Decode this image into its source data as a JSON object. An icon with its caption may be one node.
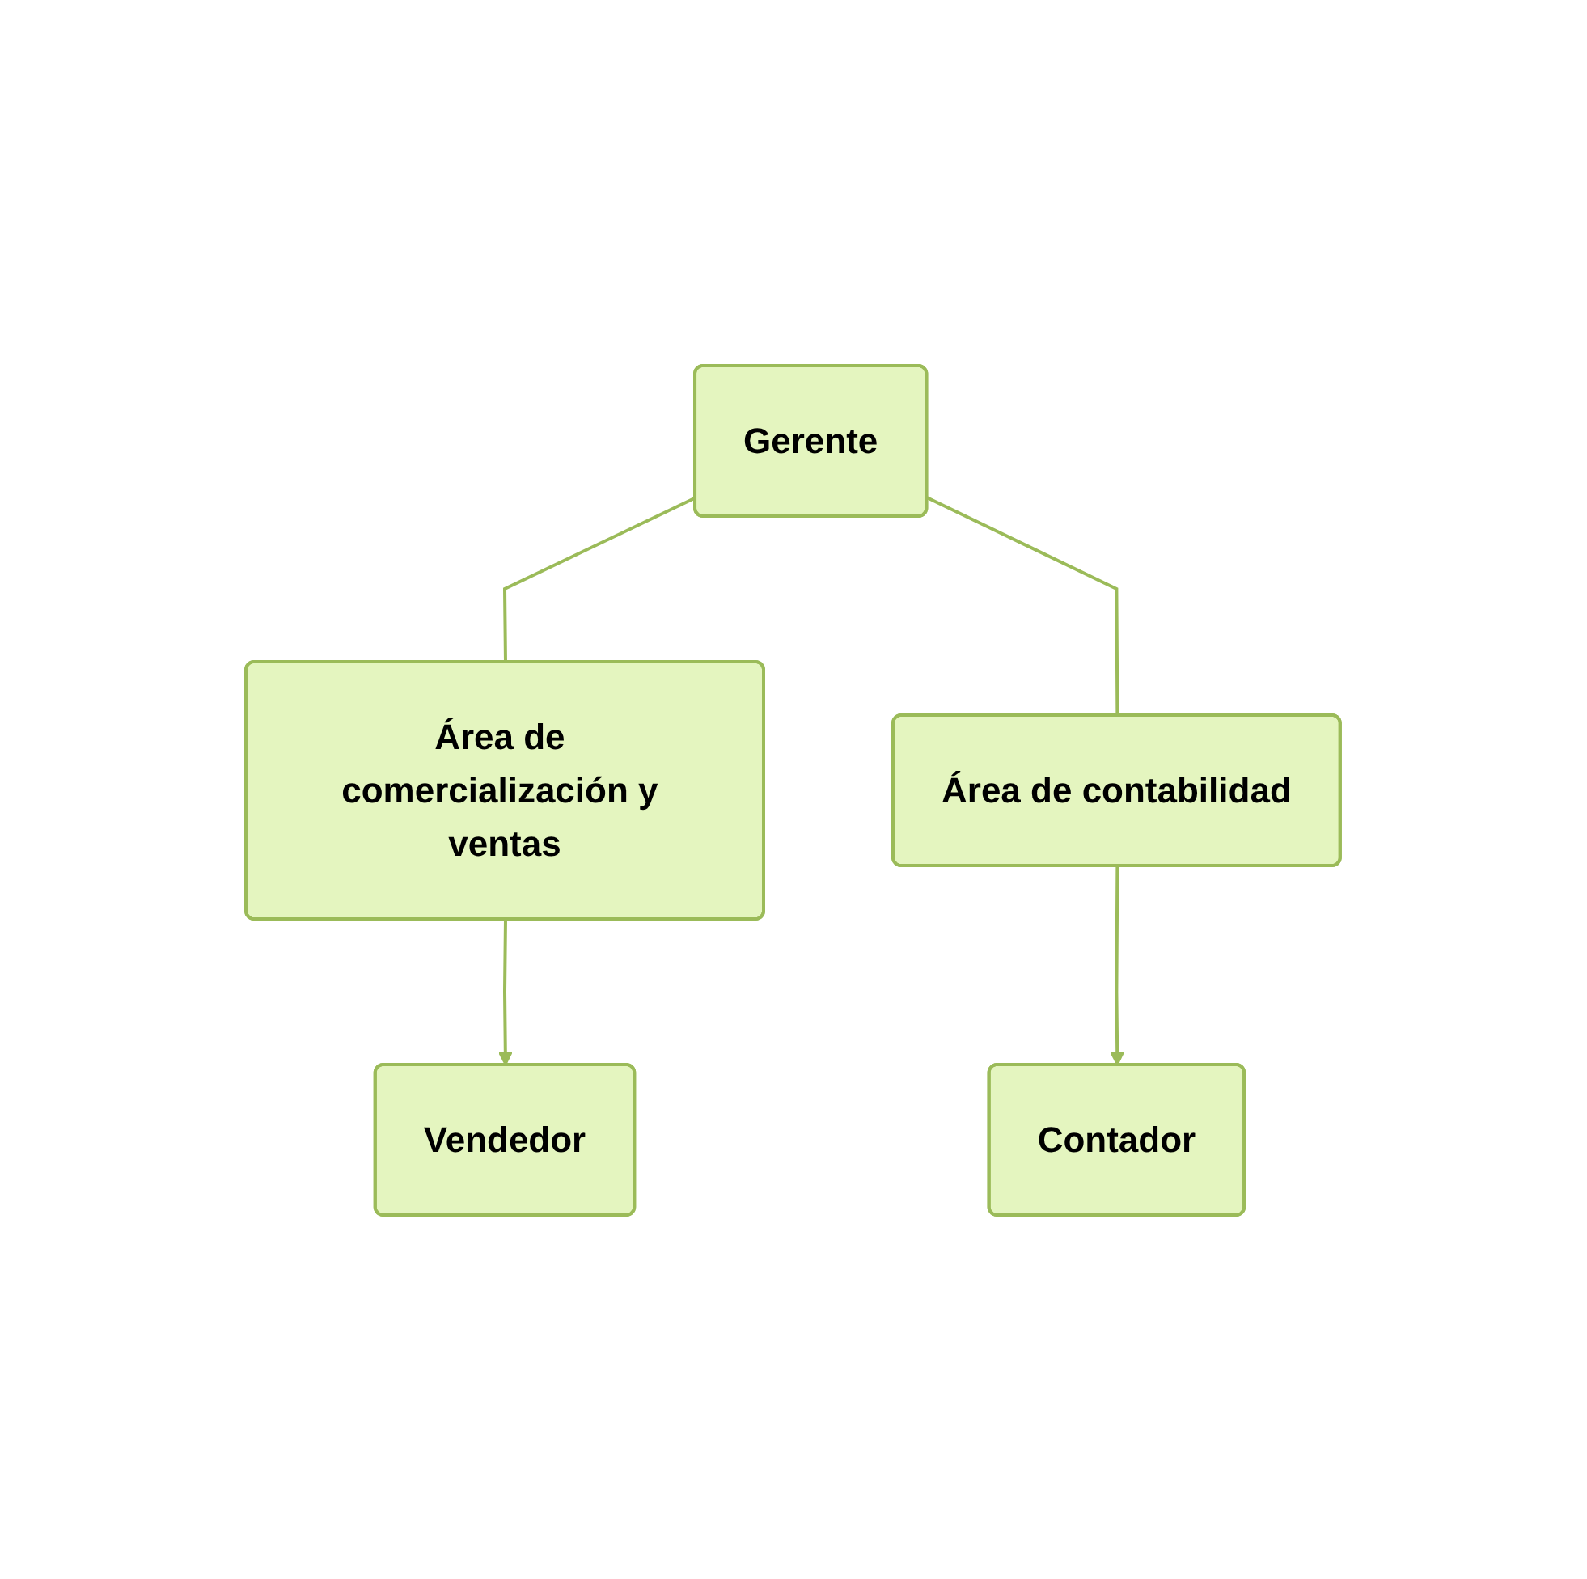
{
  "diagram": {
    "nodes": [
      {
        "text": [
          "Gerente"
        ]
      },
      {
        "text": [
          "Área de comercialización y ventas"
        ]
      },
      {
        "text": [
          "Área de contabilidad"
        ]
      },
      {
        "text": [
          "Vendedor"
        ]
      },
      {
        "text": [
          "Contador"
        ]
      }
    ],
    "edges": [
      {
        "from": 0,
        "to": 1,
        "arrow": "none"
      },
      {
        "from": 0,
        "to": 2,
        "arrow": "none"
      },
      {
        "from": 1,
        "to": 3,
        "arrow": "to"
      },
      {
        "from": 2,
        "to": 4,
        "arrow": "to"
      }
    ]
  }
}
